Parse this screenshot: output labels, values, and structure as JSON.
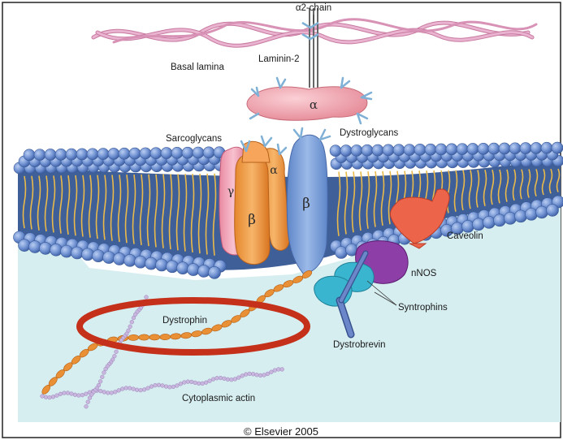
{
  "labels": {
    "a2_chain": "α2-chain",
    "basal_lamina": "Basal lamina",
    "laminin": "Laminin-2",
    "sarcoglycans": "Sarcoglycans",
    "dystroglycans": "Dystroglycans",
    "caveolin": "Caveolin",
    "nnos": "nNOS",
    "syntrophins": "Syntrophins",
    "dystrophin": "Dystrophin",
    "dystrobrevin": "Dystrobrevin",
    "cytoplasmic_actin": "Cytoplasmic actin"
  },
  "greek": {
    "alpha_dg": "α",
    "beta_dg": "β",
    "gamma_sg": "γ",
    "beta_sg": "β",
    "alpha_sg": "α"
  },
  "credit": "© Elsevier 2005",
  "colors": {
    "highlight_ring": "#c4301a",
    "laminin": "#e9a3c5",
    "lipid_head": "#6d8fd0",
    "membrane_core": "#3f5f99",
    "cytoplasm": "#d7eef1",
    "dystrophin": "#e98f35",
    "actin": "#c9b6de",
    "caveolin": "#ec6449",
    "nnos": "#8e3ea7",
    "syntrophin": "#3ab5cf",
    "dystrobrevin": "#6b87c9"
  }
}
